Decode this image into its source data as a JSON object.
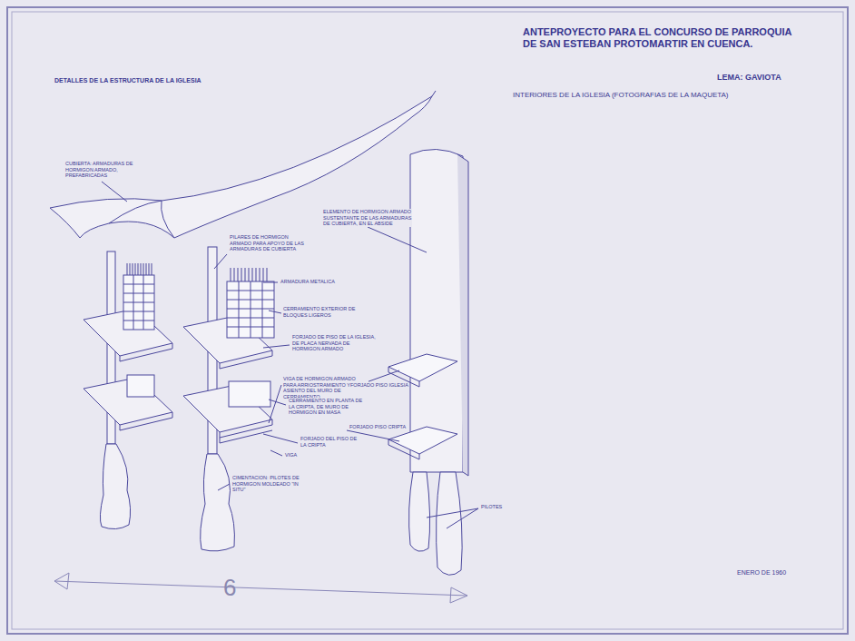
{
  "diagram": {
    "title": "ANTEPROYECTO PARA EL CONCURSO DE PARROQUIA DE SAN ESTEBAN PROTOMARTIR EN CUENCA.",
    "labels": [
      "LEMA: GAVIOTA",
      "INTERIORES DE LA IGLESIA (FOTOGRAFIAS DE LA MAQUETA)",
      "DETALLES DE LA ESTRUCTURA DE LA IGLESIA",
      "CUBIERTA: ARMADURAS DE HORMIGON ARMADO, PREFABRICADAS",
      "PILARES DE HORMIGON ARMADO PARA APOYO DE LAS ARMADURAS DE CUBIERTA",
      "ARMADURA METALICA",
      "CERRAMIENTO EXTERIOR DE BLOQUES LIGEROS",
      "FORJADO DE PISO DE LA IGLESIA, DE PLACA NERVADA DE HORMIGON ARMADO",
      "VIGA DE HORMIGON ARMADO PARA ARRIOSTRAMIENTO Y ASIENTO DEL MURO DE CERRAMIENTO",
      "CERRAMIENTO EN PLANTA DE LA CRIPTA, DE MURO DE HORMIGON EN MASA",
      "FORJADO DEL PISO DE LA CRIPTA",
      "VIGA",
      "CIMENTACION: PILOTES DE HORMIGON MOLDEADO \"IN SITU\"",
      "ELEMENTO DE HORMIGON ARMADO SUSTENTANTE DE LAS ARMADURAS DE CUBIERTA, EN EL ABSIDE",
      "FORJADO PISO IGLESIA",
      "FORJADO PISO CRIPTA",
      "PILOTES",
      "ENERO DE 1960",
      "6"
    ]
  }
}
